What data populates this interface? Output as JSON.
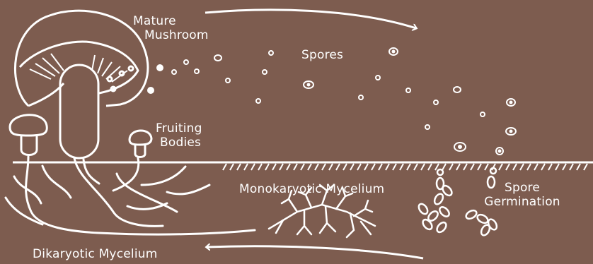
{
  "labels": {
    "mature_mushroom_line1": "Mature",
    "mature_mushroom_line2": "Mushroom",
    "spores": "Spores",
    "fruiting_bodies_line1": "Fruiting",
    "fruiting_bodies_line2": "Bodies",
    "monokaryotic_mycelium": "Monokaryotic Mycelium",
    "spore_germination_line1": "Spore",
    "spore_germination_line2": "Germination",
    "dikaryotic_mycelium": "Dikaryotic Mycelium"
  },
  "colors": {
    "background": "#7d5c4f",
    "line": "#ffffff"
  }
}
